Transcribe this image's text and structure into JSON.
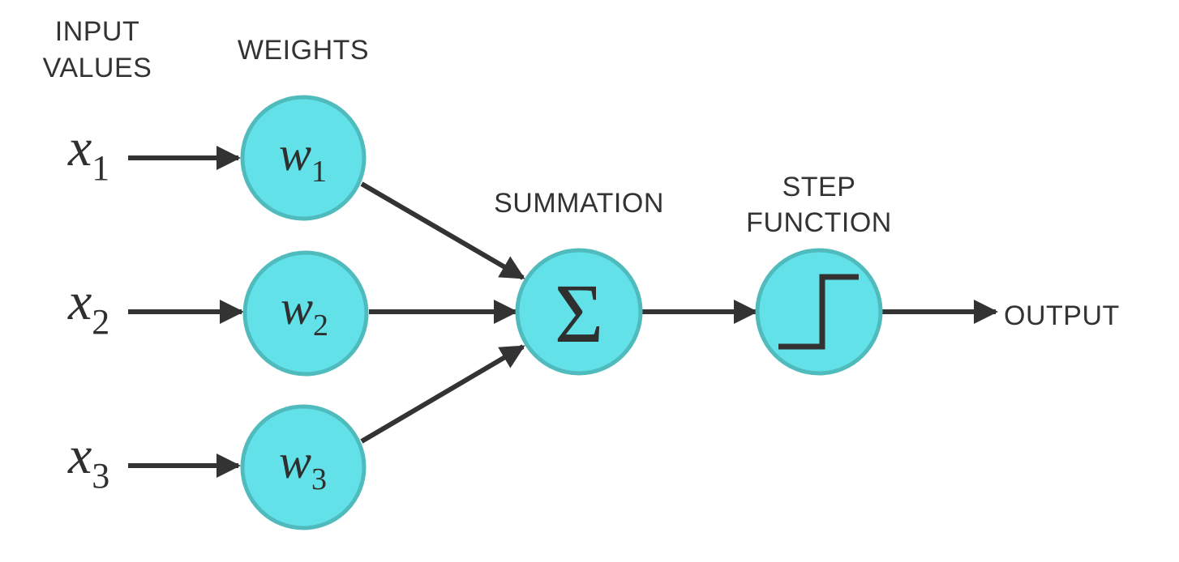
{
  "labels": {
    "input_values": [
      "INPUT",
      "VALUES"
    ],
    "weights": "WEIGHTS",
    "summation": "SUMMATION",
    "step_function": [
      "STEP",
      "FUNCTION"
    ],
    "output": "OUTPUT"
  },
  "inputs": [
    {
      "symbol": "x",
      "index": "1"
    },
    {
      "symbol": "x",
      "index": "2"
    },
    {
      "symbol": "x",
      "index": "3"
    }
  ],
  "weights": [
    {
      "symbol": "w",
      "index": "1"
    },
    {
      "symbol": "w",
      "index": "2"
    },
    {
      "symbol": "w",
      "index": "3"
    }
  ],
  "summation_symbol": "Σ",
  "colors": {
    "node_fill": "#62e1e8",
    "node_stroke": "#4fbbbd",
    "ink": "#333333"
  }
}
